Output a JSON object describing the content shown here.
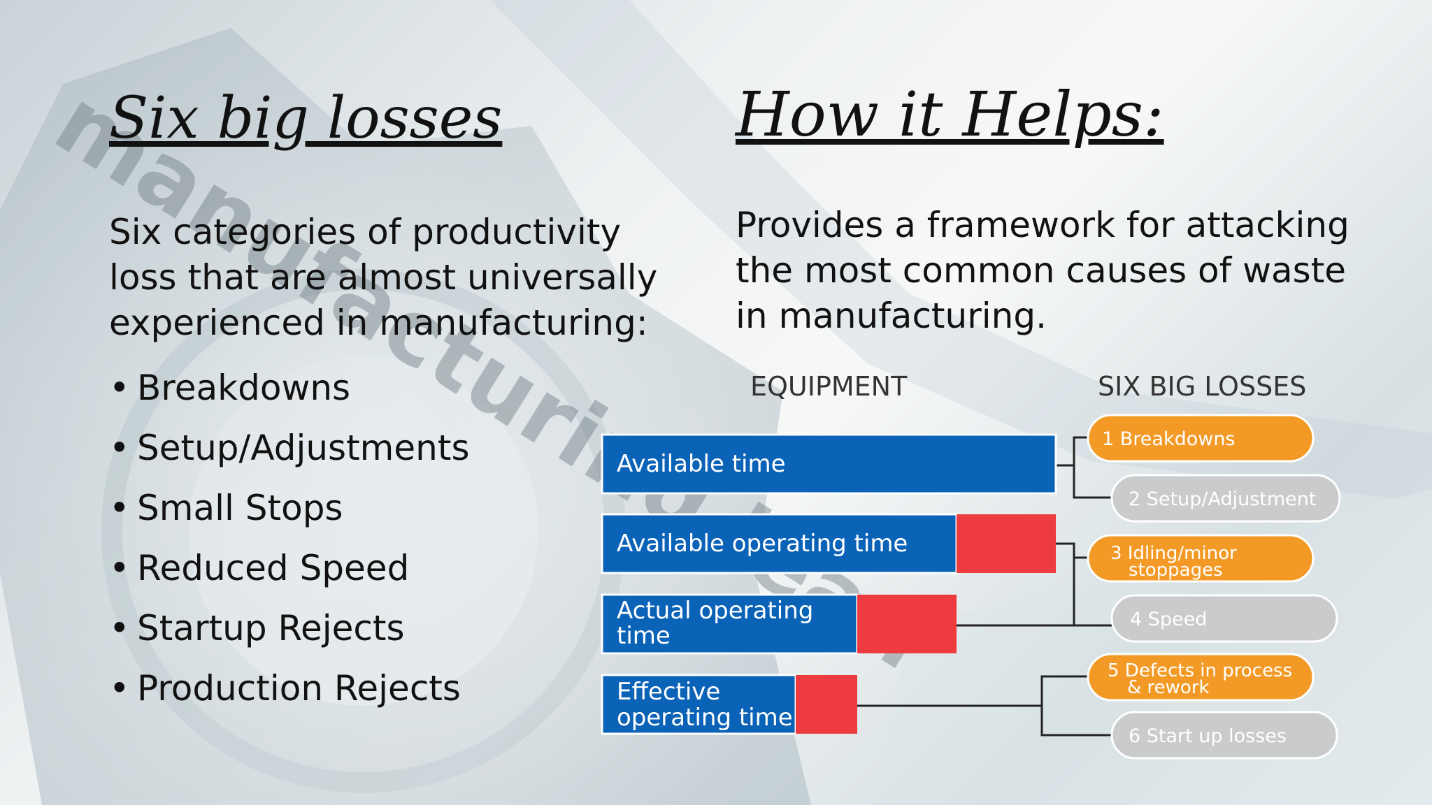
{
  "slide": {
    "left": {
      "title": "Six big losses",
      "intro": "Six categories of productivity loss that are almost universally experienced in manufacturing:",
      "bullets": [
        "Breakdowns",
        "Setup/Adjustments",
        "Small Stops",
        "Reduced Speed",
        "Startup Rejects",
        "Production Rejects"
      ]
    },
    "right": {
      "title": "How it Helps:",
      "intro": "Provides a framework for attacking the most common causes of waste in manufacturing."
    }
  },
  "background": {
    "watermark": "manufacturing lean"
  },
  "diagram": {
    "equipment_header": "EQUIPMENT",
    "losses_header": "SIX BIG LOSSES",
    "bars": [
      {
        "label_line1": "Available time",
        "label_line2": ""
      },
      {
        "label_line1": "Available operating time",
        "label_line2": ""
      },
      {
        "label_line1": "Actual operating",
        "label_line2": "time"
      },
      {
        "label_line1": "Effective",
        "label_line2": "operating time"
      }
    ],
    "losses": [
      {
        "line1": "1 Breakdowns",
        "line2": "",
        "kind": "orange"
      },
      {
        "line1": "2 Setup/Adjustment",
        "line2": "",
        "kind": "gray"
      },
      {
        "line1": "3 Idling/minor",
        "line2": "stoppages",
        "kind": "orange"
      },
      {
        "line1": "4 Speed",
        "line2": "",
        "kind": "gray"
      },
      {
        "line1": "5 Defects in process",
        "line2": "& rework",
        "kind": "orange"
      },
      {
        "line1": "6 Start up losses",
        "line2": "",
        "kind": "gray"
      }
    ],
    "colors": {
      "bar_blue": "#0b63b8",
      "loss_red": "#ee3b3f",
      "pill_orange": "#f39a26",
      "pill_gray": "#c9cbcc",
      "connector": "#222222"
    }
  }
}
